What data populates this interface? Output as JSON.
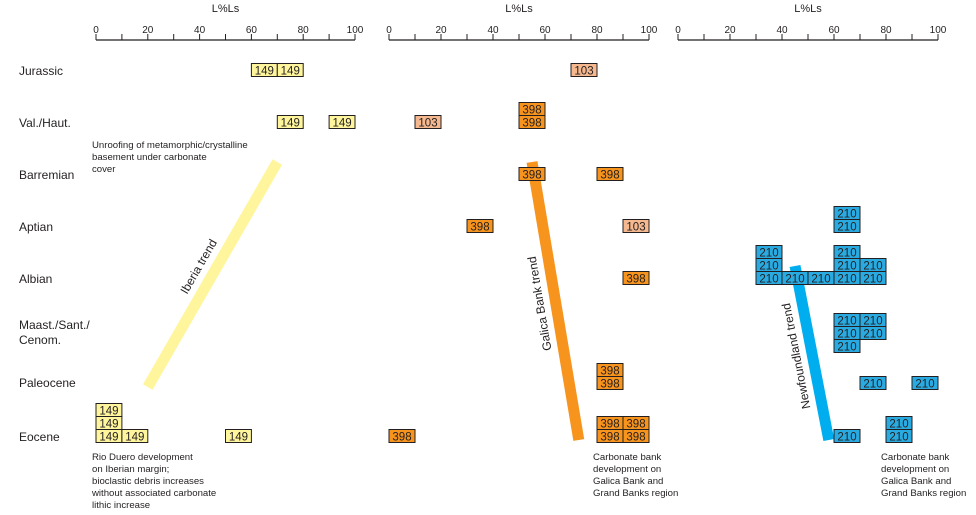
{
  "chart_data": {
    "type": "scatter",
    "panels": [
      {
        "xlabel": "L%Ls",
        "xlim": [
          0,
          100
        ],
        "ticks": [
          0,
          20,
          40,
          60,
          80,
          100
        ],
        "sites": [
          {
            "period": "Jurassic",
            "lo": 60,
            "hi": 70,
            "label": "149"
          },
          {
            "period": "Jurassic",
            "lo": 70,
            "hi": 80,
            "label": "149"
          },
          {
            "period": "Val./Haut.",
            "lo": 70,
            "hi": 80,
            "label": "149"
          },
          {
            "period": "Val./Haut.",
            "lo": 90,
            "hi": 100,
            "label": "149"
          },
          {
            "period": "Eocene",
            "lo": 0,
            "hi": 10,
            "label": "149",
            "stack": 0
          },
          {
            "period": "Eocene",
            "lo": 10,
            "hi": 20,
            "label": "149",
            "stack": 0
          },
          {
            "period": "Eocene",
            "lo": 0,
            "hi": 10,
            "label": "149",
            "stack": 1
          },
          {
            "period": "Eocene",
            "lo": 0,
            "hi": 10,
            "label": "149",
            "stack": 2
          },
          {
            "period": "Eocene",
            "lo": 50,
            "hi": 60,
            "label": "149",
            "stack": 0
          }
        ],
        "trend": {
          "label": "Iberia trend",
          "from": [
            "Barremian",
            70
          ],
          "to": [
            "Paleocene",
            20
          ],
          "color": "#fff59d"
        },
        "annotations": [
          {
            "lines": [
              "Unroofing of metamorphic/crystalline",
              "basement under carbonate",
              "cover"
            ]
          },
          {
            "lines": [
              "Rio Duero development",
              "on Iberian margin;",
              "bioclastic debris increases",
              "without associated carbonate",
              "lithic increase"
            ]
          }
        ]
      },
      {
        "xlabel": "L%Ls",
        "xlim": [
          0,
          100
        ],
        "ticks": [
          0,
          20,
          40,
          60,
          80,
          100
        ],
        "sites": [
          {
            "period": "Jurassic",
            "lo": 70,
            "hi": 80,
            "label": "103"
          },
          {
            "period": "Val./Haut.",
            "lo": 50,
            "hi": 60,
            "label": "398",
            "stack": 0
          },
          {
            "period": "Val./Haut.",
            "lo": 50,
            "hi": 60,
            "label": "398",
            "stack": 1
          },
          {
            "period": "Val./Haut.",
            "lo": 10,
            "hi": 20,
            "label": "103",
            "stack": 0
          },
          {
            "period": "Barremian",
            "lo": 50,
            "hi": 60,
            "label": "398"
          },
          {
            "period": "Barremian",
            "lo": 80,
            "hi": 90,
            "label": "398"
          },
          {
            "period": "Aptian",
            "lo": 30,
            "hi": 40,
            "label": "398"
          },
          {
            "period": "Aptian",
            "lo": 90,
            "hi": 100,
            "label": "103"
          },
          {
            "period": "Albian",
            "lo": 90,
            "hi": 100,
            "label": "398"
          },
          {
            "period": "Paleocene",
            "lo": 80,
            "hi": 90,
            "label": "398",
            "stack": 0
          },
          {
            "period": "Paleocene",
            "lo": 80,
            "hi": 90,
            "label": "398",
            "stack": 1
          },
          {
            "period": "Eocene",
            "lo": 0,
            "hi": 10,
            "label": "398",
            "stack": 0
          },
          {
            "period": "Eocene",
            "lo": 80,
            "hi": 90,
            "label": "398",
            "stack": 0
          },
          {
            "period": "Eocene",
            "lo": 90,
            "hi": 100,
            "label": "398",
            "stack": 0
          },
          {
            "period": "Eocene",
            "lo": 80,
            "hi": 90,
            "label": "398",
            "stack": 1
          },
          {
            "period": "Eocene",
            "lo": 90,
            "hi": 100,
            "label": "398",
            "stack": 1
          }
        ],
        "trend": {
          "label": "Galica Bank trend",
          "from": [
            "Barremian",
            55
          ],
          "to": [
            "Eocene",
            73
          ],
          "color": "#f7941d"
        },
        "annotations": [
          {
            "lines": [
              "Carbonate bank",
              "development on",
              "Galica Bank and",
              "Grand Banks region"
            ]
          }
        ]
      },
      {
        "xlabel": "L%Ls",
        "xlim": [
          0,
          100
        ],
        "ticks": [
          0,
          20,
          40,
          60,
          80,
          100
        ],
        "sites": [
          {
            "period": "Aptian",
            "lo": 60,
            "hi": 70,
            "label": "210",
            "stack": 0
          },
          {
            "period": "Aptian",
            "lo": 60,
            "hi": 70,
            "label": "210",
            "stack": 1
          },
          {
            "period": "Albian",
            "lo": 30,
            "hi": 40,
            "label": "210",
            "stack": 0
          },
          {
            "period": "Albian",
            "lo": 40,
            "hi": 50,
            "label": "210",
            "stack": 0
          },
          {
            "period": "Albian",
            "lo": 50,
            "hi": 60,
            "label": "210",
            "stack": 0
          },
          {
            "period": "Albian",
            "lo": 60,
            "hi": 70,
            "label": "210",
            "stack": 0
          },
          {
            "period": "Albian",
            "lo": 70,
            "hi": 80,
            "label": "210",
            "stack": 0
          },
          {
            "period": "Albian",
            "lo": 30,
            "hi": 40,
            "label": "210",
            "stack": 1
          },
          {
            "period": "Albian",
            "lo": 60,
            "hi": 70,
            "label": "210",
            "stack": 1
          },
          {
            "period": "Albian",
            "lo": 70,
            "hi": 80,
            "label": "210",
            "stack": 1
          },
          {
            "period": "Albian",
            "lo": 30,
            "hi": 40,
            "label": "210",
            "stack": 2
          },
          {
            "period": "Albian",
            "lo": 60,
            "hi": 70,
            "label": "210",
            "stack": 2
          },
          {
            "period": "Maast./Sant./Cenom.",
            "lo": 60,
            "hi": 70,
            "label": "210",
            "stack": -1
          },
          {
            "period": "Maast./Sant./Cenom.",
            "lo": 60,
            "hi": 70,
            "label": "210",
            "stack": 0
          },
          {
            "period": "Maast./Sant./Cenom.",
            "lo": 70,
            "hi": 80,
            "label": "210",
            "stack": 0
          },
          {
            "period": "Maast./Sant./Cenom.",
            "lo": 60,
            "hi": 70,
            "label": "210",
            "stack": 1
          },
          {
            "period": "Maast./Sant./Cenom.",
            "lo": 70,
            "hi": 80,
            "label": "210",
            "stack": 1
          },
          {
            "period": "Paleocene",
            "lo": 70,
            "hi": 80,
            "label": "210"
          },
          {
            "period": "Paleocene",
            "lo": 90,
            "hi": 100,
            "label": "210"
          },
          {
            "period": "Eocene",
            "lo": 60,
            "hi": 70,
            "label": "210",
            "stack": 0
          },
          {
            "period": "Eocene",
            "lo": 80,
            "hi": 90,
            "label": "210",
            "stack": 0
          },
          {
            "period": "Eocene",
            "lo": 80,
            "hi": 90,
            "label": "210",
            "stack": 1
          }
        ],
        "trend": {
          "label": "Newfoundland trend",
          "from": [
            "Albian",
            45
          ],
          "to": [
            "Eocene",
            58
          ],
          "color": "#00aeef"
        },
        "annotations": [
          {
            "lines": [
              "Carbonate bank",
              "development on",
              "Galica Bank and",
              "Grand Banks region"
            ]
          }
        ]
      }
    ],
    "periods": [
      {
        "name": "Jurassic",
        "lines": [
          "Jurassic"
        ]
      },
      {
        "name": "Val./Haut.",
        "lines": [
          "Val./Haut."
        ]
      },
      {
        "name": "Barremian",
        "lines": [
          "Barremian"
        ]
      },
      {
        "name": "Aptian",
        "lines": [
          "Aptian"
        ]
      },
      {
        "name": "Albian",
        "lines": [
          "Albian"
        ]
      },
      {
        "name": "Maast./Sant./Cenom.",
        "lines": [
          "Maast./Sant./",
          "Cenom."
        ]
      },
      {
        "name": "Paleocene",
        "lines": [
          "Paleocene"
        ]
      },
      {
        "name": "Eocene",
        "lines": [
          "Eocene"
        ]
      }
    ],
    "colors": {
      "149": "#fff59d",
      "103": "#f5b88f",
      "398": "#f7941d",
      "210": "#29abe2"
    }
  }
}
